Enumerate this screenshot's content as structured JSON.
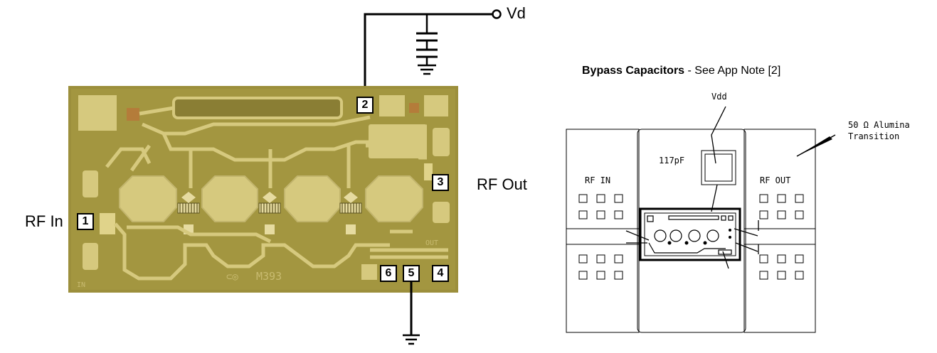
{
  "schematic": {
    "vd_label": "Vd",
    "rf_in_label": "RF In",
    "rf_out_label": "RF Out",
    "pins": [
      "1",
      "2",
      "3",
      "4",
      "5",
      "6"
    ],
    "chip_marking": "M393",
    "chip_in_text": "IN",
    "chip_out_text": "OUT"
  },
  "assembly": {
    "title_bold": "Bypass Capacitors",
    "title_rest": " - See App Note [2]",
    "vdd_label": "Vdd",
    "cap_label": "117pF",
    "alumina_line1": "50 Ω Alumina",
    "alumina_line2": "Transition",
    "rf_in_label": "RF IN",
    "rf_out_label": "RF OUT"
  },
  "colors": {
    "die": "#9c8f3c",
    "metal": "#d6c97e",
    "pad": "#e0d38a"
  }
}
